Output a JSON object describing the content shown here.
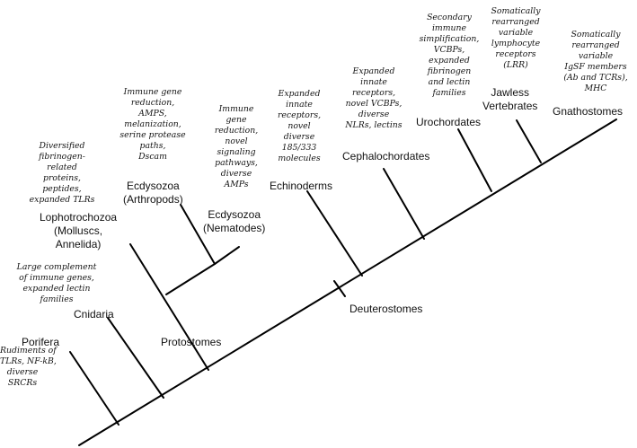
{
  "taxa": {
    "porifera": "Porifera",
    "cnidaria": "Cnidaria",
    "lophotrochozoa": [
      "Lophotrochozoa",
      "(Molluscs,",
      "Annelida)"
    ],
    "ecdysozoa_arthropods": [
      "Ecdysozoa",
      "(Arthropods)"
    ],
    "ecdysozoa_nematodes": [
      "Ecdysozoa",
      "(Nematodes)"
    ],
    "echinoderms": "Echinoderms",
    "cephalochordates": "Cephalochordates",
    "urochordates": "Urochordates",
    "jawless_vertebrates": [
      "Jawless",
      "Vertebrates"
    ],
    "gnathostomes": "Gnathostomes"
  },
  "clades": {
    "protostomes": "Protostomes",
    "deuterostomes": "Deuterostomes"
  },
  "annotations": {
    "porifera": [
      "Rudiments of",
      "TLRs, NF-kB,",
      "diverse",
      "SRCRs"
    ],
    "cnidaria": [
      "Large complement",
      "of  immune genes,",
      "expanded lectin",
      "families"
    ],
    "lophotrochozoa": [
      "Diversified",
      "fibrinogen-",
      "related",
      "proteins,",
      "peptides,",
      "expanded TLRs"
    ],
    "ecdysozoa_arthropods": [
      "Immune gene",
      "reduction,",
      "AMPS,",
      "melanization,",
      "serine protease",
      "paths,",
      "Dscam"
    ],
    "ecdysozoa_nematodes": [
      "Immune",
      "gene",
      "reduction,",
      "novel",
      "signaling",
      "pathways,",
      "diverse",
      "AMPs"
    ],
    "echinoderms": [
      "Expanded",
      "innate",
      "receptors,",
      "novel",
      "diverse",
      "185/333",
      "molecules"
    ],
    "cephalochordates": [
      "Expanded",
      "innate",
      "receptors,",
      "novel VCBPs,",
      "diverse",
      "NLRs, lectins"
    ],
    "urochordates": [
      "Secondary",
      "immune",
      "simplification,",
      "VCBPs,",
      "expanded",
      "fibrinogen",
      "and lectin",
      "families"
    ],
    "jawless_vertebrates": [
      "Somatically",
      "rearranged",
      "variable",
      "lymphocyte",
      "receptors",
      "(LRR)"
    ],
    "gnathostomes": [
      "Somatically",
      "rearranged",
      "variable",
      "IgSF members",
      "(Ab and TCRs),",
      "MHC"
    ]
  },
  "colors": {
    "line": "#000000",
    "text": "#111111"
  }
}
